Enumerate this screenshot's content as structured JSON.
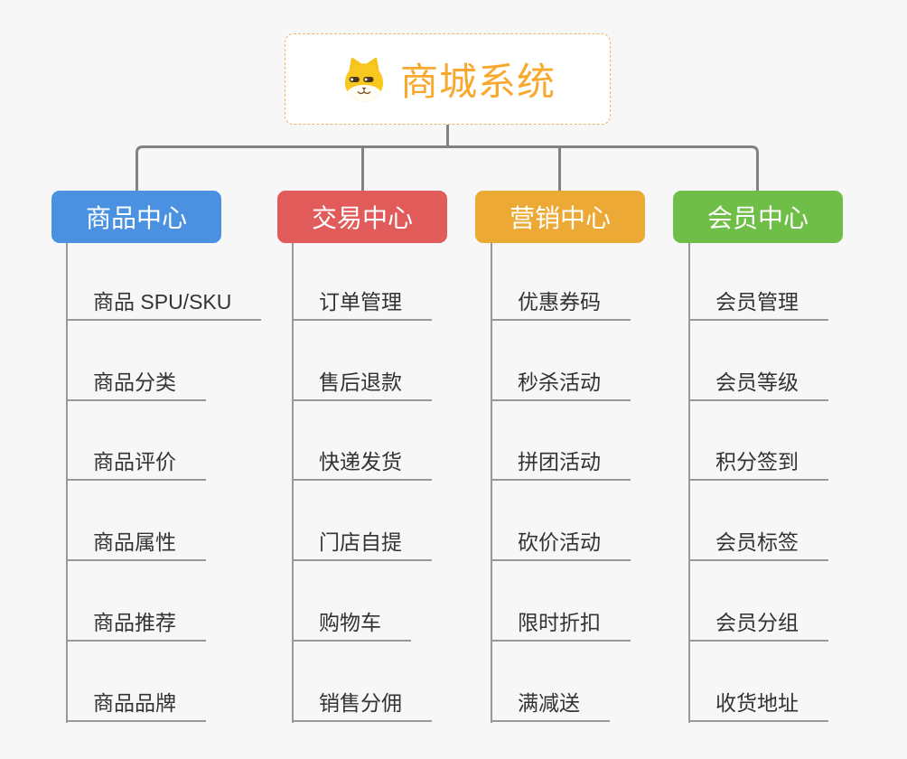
{
  "canvas": {
    "background": "#f7f7f7",
    "connector_color": "#828282"
  },
  "root": {
    "title": "商城系统",
    "icon": "dog-face-icon",
    "text_color": "#f7a82d",
    "border_color": "#f0b469"
  },
  "branches": [
    {
      "label": "商品中心",
      "color": "#4b91e2",
      "items": [
        "商品 SPU/SKU",
        "商品分类",
        "商品评价",
        "商品属性",
        "商品推荐",
        "商品品牌"
      ]
    },
    {
      "label": "交易中心",
      "color": "#e25b5b",
      "items": [
        "订单管理",
        "售后退款",
        "快递发货",
        "门店自提",
        "购物车",
        "销售分佣"
      ]
    },
    {
      "label": "营销中心",
      "color": "#eca935",
      "items": [
        "优惠券码",
        "秒杀活动",
        "拼团活动",
        "砍价活动",
        "限时折扣",
        "满减送"
      ]
    },
    {
      "label": "会员中心",
      "color": "#6ebe48",
      "items": [
        "会员管理",
        "会员等级",
        "积分签到",
        "会员标签",
        "会员分组",
        "收货地址"
      ]
    }
  ]
}
